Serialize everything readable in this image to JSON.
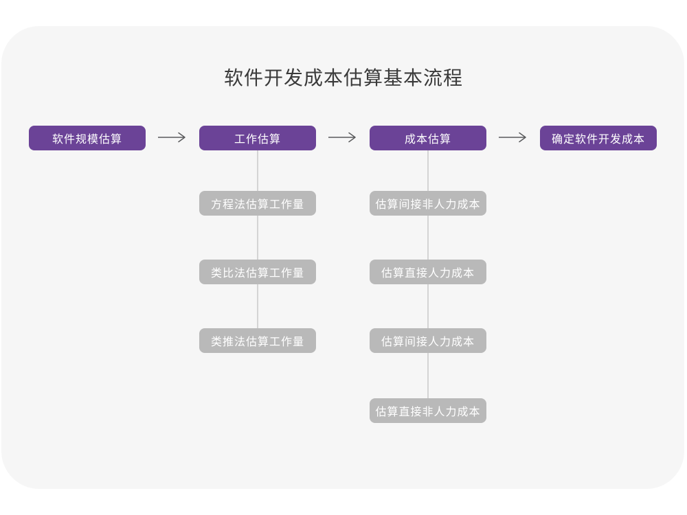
{
  "title": "软件开发成本估算基本流程",
  "colors": {
    "primary_node": "#6b4397",
    "secondary_node": "#b9b9b9",
    "node_text": "#ffffff",
    "card_background": "#f6f6f6",
    "page_background": "#ffffff",
    "connector_line": "#d4d4d4",
    "arrow": "#58595b",
    "title_text": "#3a3a3a"
  },
  "flow": {
    "main_steps": [
      {
        "label": "软件规模估算"
      },
      {
        "label": "工作估算"
      },
      {
        "label": "成本估算"
      },
      {
        "label": "确定软件开发成本"
      }
    ],
    "work_estimation_methods": [
      "方程法估算工作量",
      "类比法估算工作量",
      "类推法估算工作量"
    ],
    "cost_estimation_items": [
      "估算间接非人力成本",
      "估算直接人力成本",
      "估算间接人力成本",
      "估算直接非人力成本"
    ]
  }
}
